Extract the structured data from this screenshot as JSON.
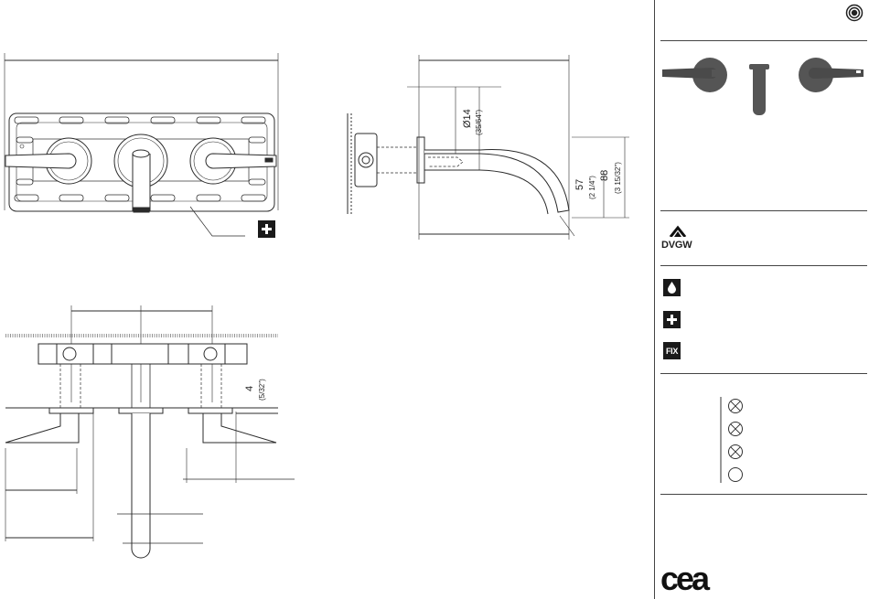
{
  "top_view": {},
  "side_view": {
    "dim_diameter": "Ø14",
    "dim_diameter_in": "(35/64\")",
    "dim_height_a": "57",
    "dim_height_a_in": "(2 1/4\")",
    "dim_height_b": "88",
    "dim_height_b_in": "(3 15/32\")"
  },
  "section_view": {
    "dim_offset": "4",
    "dim_offset_in": "(5/32\")"
  },
  "sidebar": {
    "certification_label": "DVGW",
    "badge_fix_label": "FIX",
    "brand_logo": "cea"
  }
}
